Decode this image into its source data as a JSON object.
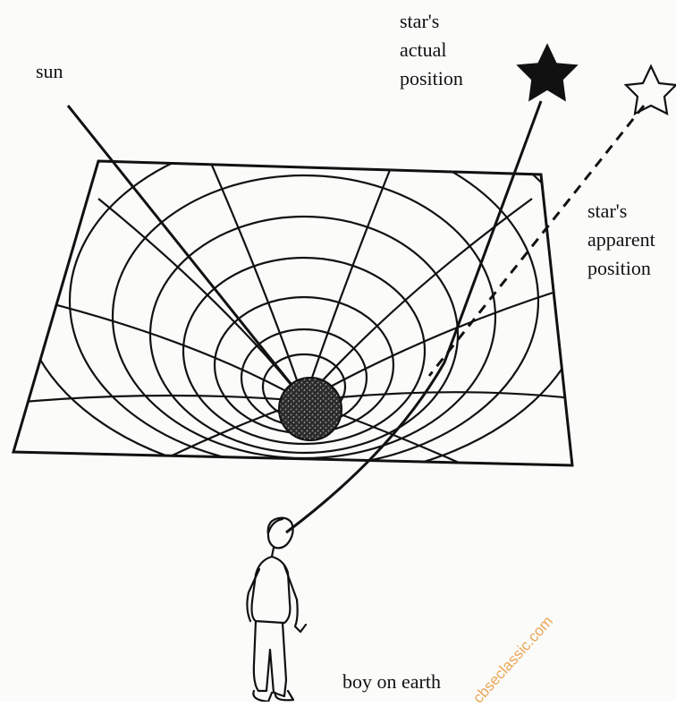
{
  "labels": {
    "sun": "sun",
    "star_actual": [
      "star's",
      "actual",
      "position"
    ],
    "star_apparent": [
      "star's",
      "apparent",
      "position"
    ],
    "observer": "boy on earth"
  },
  "watermark": "cbseclassic.com",
  "colors": {
    "ink": "#111111",
    "watermark": "#e6922e",
    "background": "#fbfbfa"
  },
  "icons": [
    "solid-star-icon",
    "hollow-star-icon",
    "sun-sphere-icon",
    "boy-figure-icon"
  ]
}
